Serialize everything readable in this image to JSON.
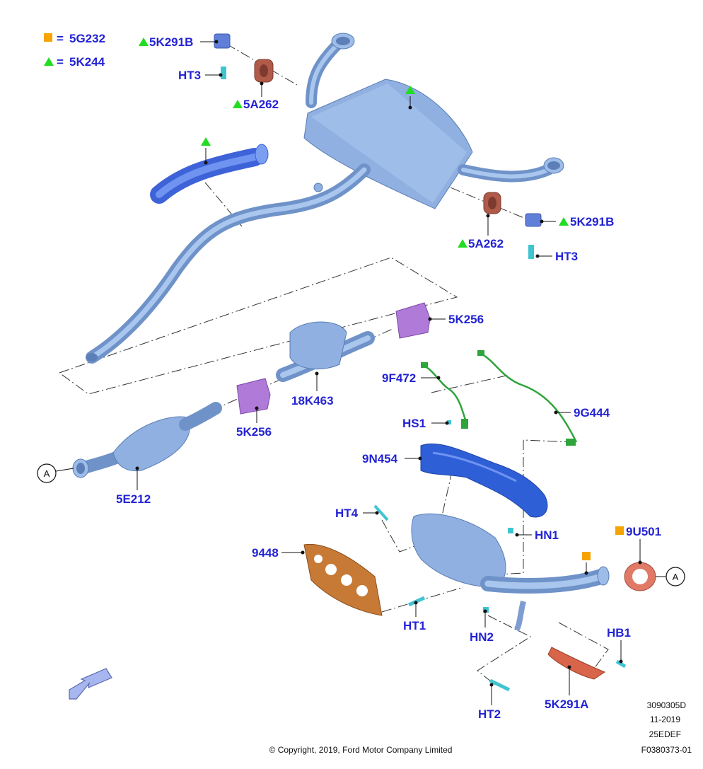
{
  "legend": [
    {
      "symbol": "square",
      "color": "#f5a400",
      "eq": "=",
      "code": "5G232"
    },
    {
      "symbol": "triangle",
      "color": "#22dd22",
      "eq": "=",
      "code": "5K244"
    }
  ],
  "callouts": {
    "k291b_top": "5K291B",
    "ht3_top": "HT3",
    "a262_top": "5A262",
    "k291b_right": "5K291B",
    "a262_right": "5A262",
    "ht3_right": "HT3",
    "k256_top": "5K256",
    "k463": "18K463",
    "k256_bottom": "5K256",
    "e212": "5E212",
    "f472": "9F472",
    "g444": "9G444",
    "hs1": "HS1",
    "n454": "9N454",
    "ht4": "HT4",
    "hn1": "HN1",
    "u501": "9U501",
    "gasket9448": "9448",
    "ht1": "HT1",
    "hn2": "HN2",
    "hb1": "HB1",
    "k291a": "5K291A",
    "ht2": "HT2"
  },
  "connectors": {
    "left": "A",
    "right": "A"
  },
  "footer": {
    "doc_number": "3090305D",
    "date": "11-2019",
    "code": "25EDEF",
    "figure": "F0380373-01",
    "copyright": "© Copyright, 2019, Ford Motor Company Limited"
  },
  "colors": {
    "label": "#2323d4",
    "pipe": "#8fb0e0",
    "isolator": "#b05a4a",
    "clamp": "#b07ad8",
    "heatshield": "#2e5fd6",
    "sensor": "#2ea43a",
    "gasket": "#c77a36",
    "flange": "#e07a66",
    "stud": "#3fc4d2"
  },
  "icons": {
    "orientation": "direction-arrow-icon"
  }
}
